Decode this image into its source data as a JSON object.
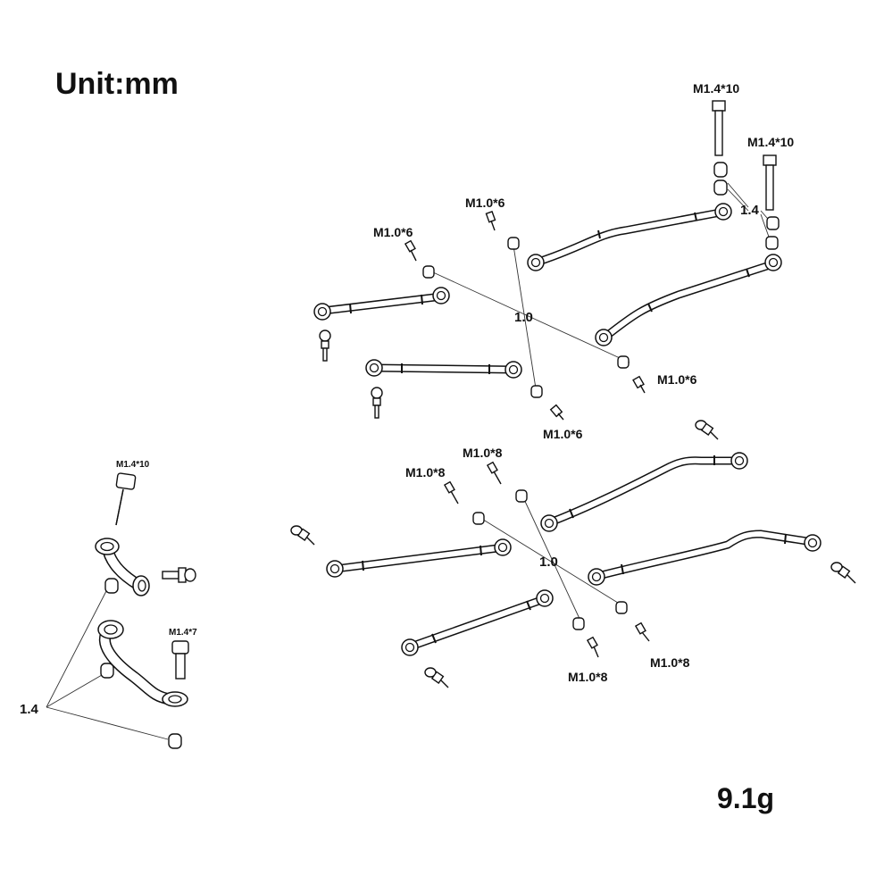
{
  "title": "Unit:mm",
  "weight": "9.1g",
  "labels": {
    "t_screw_long_a": "M1.4*10",
    "t_screw_long_b": "M1.4*10",
    "t_ball_size": "1.4",
    "t_screw_top_left": "M1.0*6",
    "t_screw_top_mid": "M1.0*6",
    "t_center": "1.0",
    "t_screw_right": "M1.0*6",
    "t_screw_bottom": "M1.0*6",
    "m_screw_left": "M1.0*8",
    "m_screw_mid": "M1.0*8",
    "m_center": "1.0",
    "m_screw_right": "M1.0*8",
    "m_screw_bottom": "M1.0*8",
    "l_screw_long": "M1.4*10",
    "l_screw_short": "M1.4*7",
    "l_ball_size": "1.4"
  }
}
